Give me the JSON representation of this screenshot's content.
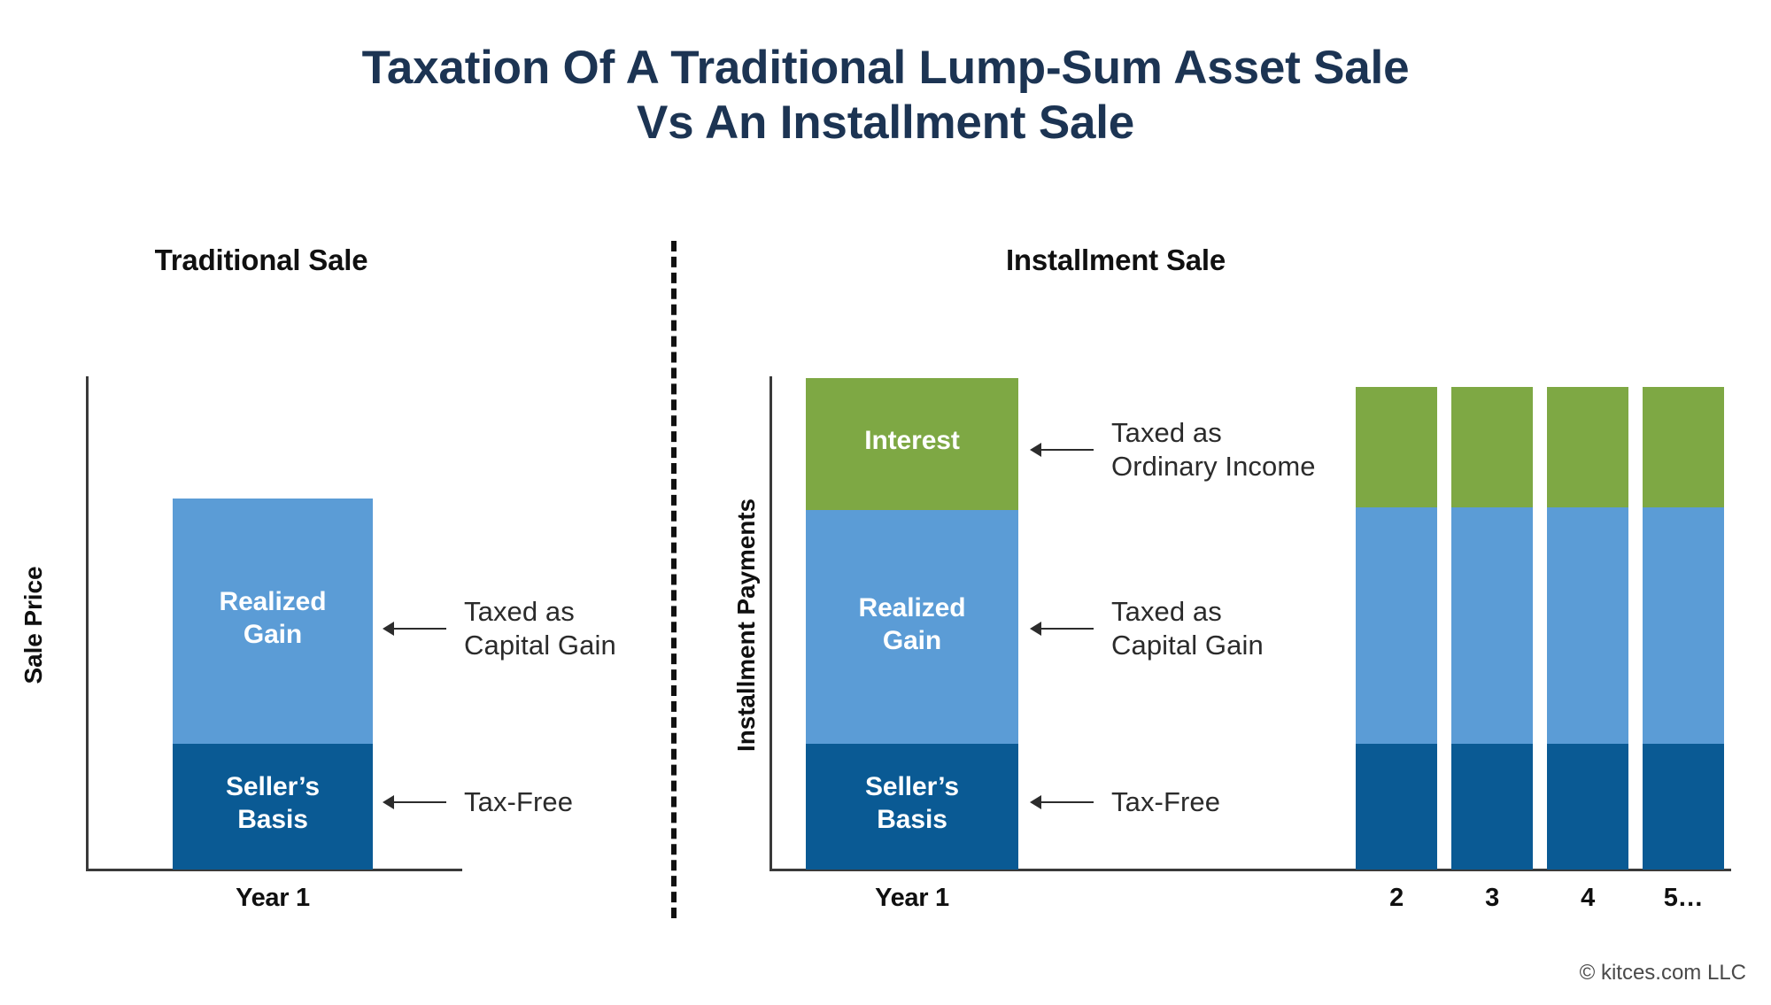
{
  "title": {
    "line1": "Taxation Of A Traditional Lump-Sum Asset Sale",
    "line2": "Vs An Installment Sale"
  },
  "panels": {
    "left": {
      "heading": "Traditional Sale",
      "y_axis_title": "Sale Price",
      "x_tick": "Year 1"
    },
    "right": {
      "heading": "Installment Sale",
      "y_axis_title": "Installment Payments",
      "x_ticks": [
        "Year 1",
        "2",
        "3",
        "4",
        "5…"
      ]
    }
  },
  "segment_labels": {
    "interest": "Interest",
    "realized_gain": "Realized\nGain",
    "sellers_basis": "Seller’s\nBasis"
  },
  "callouts": {
    "ordinary_income": "Taxed as\nOrdinary Income",
    "capital_gain": "Taxed as\nCapital Gain",
    "tax_free": "Tax-Free"
  },
  "footer": {
    "copyright": "© kitces.com LLC"
  },
  "colors": {
    "title_navy": "#1c3453",
    "interest_green": "#7ea844",
    "realized_gain_blue": "#5b9cd6",
    "sellers_basis_dark_blue": "#0a5a94",
    "axis_gray": "#3a3a3a",
    "callout_text": "#2b2b2b",
    "background": "#ffffff"
  },
  "chart_data": {
    "type": "bar",
    "title": "Taxation Of A Traditional Lump-Sum Asset Sale Vs An Installment Sale",
    "subtitle": "",
    "stacked": true,
    "grid": false,
    "legend_position": "none",
    "xlabel": "",
    "panels": [
      {
        "name": "Traditional Sale",
        "ylabel": "Sale Price",
        "categories": [
          "Year 1"
        ],
        "series": [
          {
            "name": "Seller’s Basis",
            "color": "#0a5a94",
            "values": [
              34
            ],
            "annotation": "Tax-Free"
          },
          {
            "name": "Realized Gain",
            "color": "#5b9cd6",
            "values": [
              66
            ],
            "annotation": "Taxed as Capital Gain"
          }
        ],
        "ylim": [
          0,
          134
        ],
        "total_bar_height_pct": 100
      },
      {
        "name": "Installment Sale",
        "ylabel": "Installment Payments",
        "categories": [
          "Year 1",
          "2",
          "3",
          "4",
          "5…"
        ],
        "series": [
          {
            "name": "Seller’s Basis",
            "color": "#0a5a94",
            "values": [
              34,
              34,
              34,
              34,
              34
            ],
            "annotation": "Tax-Free"
          },
          {
            "name": "Realized Gain",
            "color": "#5b9cd6",
            "values": [
              66,
              66,
              66,
              66,
              66
            ],
            "annotation": "Taxed as Capital Gain"
          },
          {
            "name": "Interest",
            "color": "#7ea844",
            "values": [
              36,
              33,
              33,
              33,
              33
            ],
            "annotation": "Taxed as Ordinary Income"
          }
        ],
        "ylim": [
          0,
          134
        ],
        "note": "Year 1 bar is drawn wide and labeled; years 2-5 are narrower repeating bars of equal composition"
      }
    ]
  }
}
